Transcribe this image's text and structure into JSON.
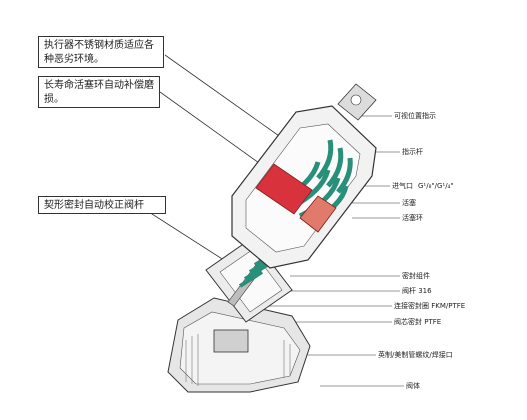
{
  "callouts": [
    "执行器不锈钢材质适应各种恶劣环境。",
    "长寿命活塞环自动补偿磨损。",
    "契形密封自动校正阀杆"
  ],
  "labels": [
    "可视位置指示",
    "指示杆",
    "进气口",
    "G¹/₈\"/G¹/₄\"",
    "活塞",
    "活塞环",
    "密封组件",
    "阀杆 316",
    "连接密封圈 FKM/PTFE",
    "阀芯密封 PTFE",
    "英制/美制管螺纹/焊接口",
    "阀体"
  ],
  "colors": {
    "spring": "#2a8f7a",
    "piston": "#d8323c",
    "seal": "#e07a6a",
    "body": "#e6e6e6",
    "outline": "#333333"
  }
}
